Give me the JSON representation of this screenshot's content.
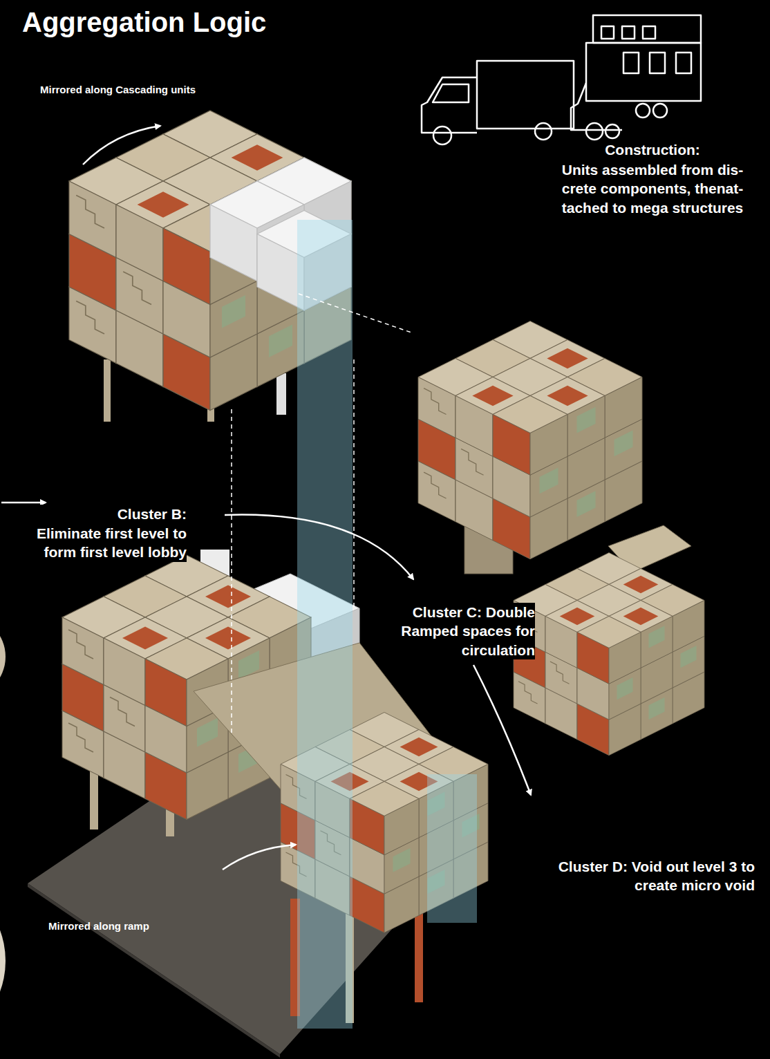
{
  "diagram": {
    "title": "Aggregation Logic",
    "labels": [
      "Mirrored along Cascading units",
      "Construction:",
      "Units assembled from dis- crete components, thenat- tached to mega structures",
      "Cluster B:",
      "Eliminate first level to form first level lobby",
      "Cluster C: Double Ramped spaces for circulation",
      "Cluster D: Void out level 3 to create micro void",
      "Mirrored along ramp"
    ]
  }
}
